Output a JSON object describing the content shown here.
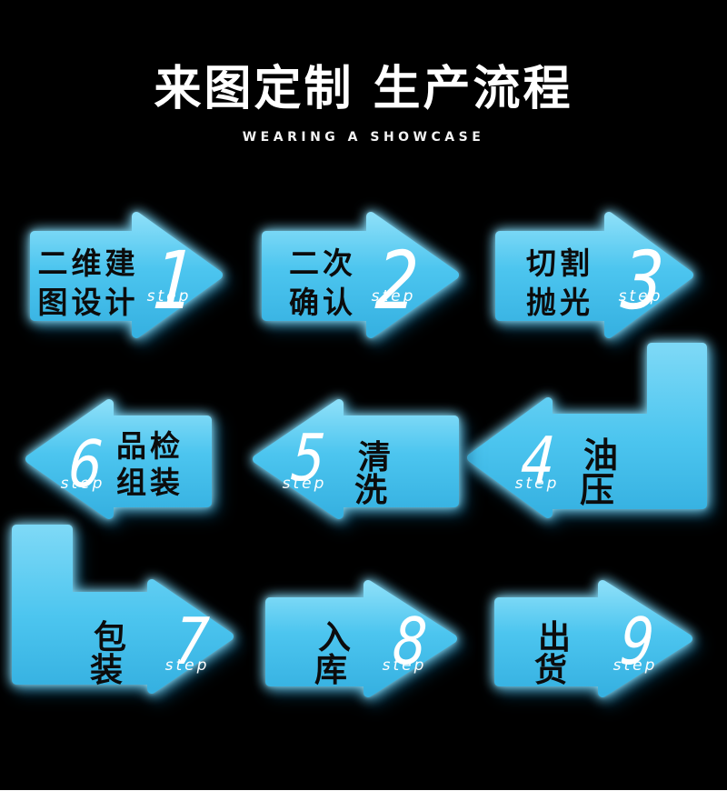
{
  "page": {
    "background": "#000000",
    "arrow_color": "#4cc5ef",
    "arrow_highlight": "#8adef8",
    "glow_color": "#7dd9f7",
    "label_color": "#0c0c0c",
    "number_color": "#ffffff"
  },
  "header": {
    "title": "来图定制 生产流程",
    "subtitle": "WEARING A SHOWCASE"
  },
  "steps": [
    {
      "number": "1",
      "step_word": "step",
      "label": [
        "二维建",
        "图设计"
      ],
      "direction": "right"
    },
    {
      "number": "2",
      "step_word": "step",
      "label": [
        "二次",
        "确认"
      ],
      "direction": "right"
    },
    {
      "number": "3",
      "step_word": "step",
      "label": [
        "切割",
        "抛光"
      ],
      "direction": "right"
    },
    {
      "number": "4",
      "step_word": "step",
      "label": [
        "油压"
      ],
      "direction": "left"
    },
    {
      "number": "5",
      "step_word": "step",
      "label": [
        "清洗"
      ],
      "direction": "left"
    },
    {
      "number": "6",
      "step_word": "step",
      "label": [
        "品检",
        "组装"
      ],
      "direction": "left"
    },
    {
      "number": "7",
      "step_word": "step",
      "label": [
        "包装"
      ],
      "direction": "right"
    },
    {
      "number": "8",
      "step_word": "step",
      "label": [
        "入库"
      ],
      "direction": "right"
    },
    {
      "number": "9",
      "step_word": "step",
      "label": [
        "出货"
      ],
      "direction": "right"
    }
  ]
}
